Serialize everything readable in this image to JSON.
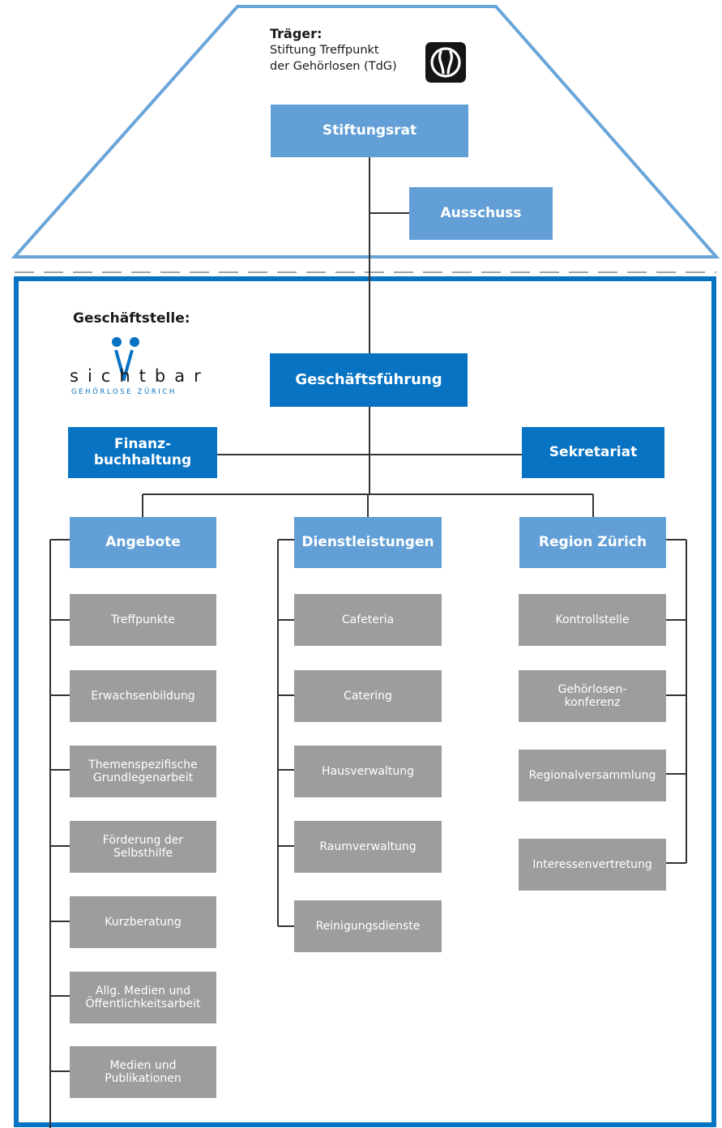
{
  "traeger": {
    "title": "Träger:",
    "name_line1": "Stiftung Treffpunkt",
    "name_line2": "der Gehörlosen (TdG)",
    "logo_icon": "tdg-logo-icon"
  },
  "geschaeftsstelle": {
    "label": "Geschäftstelle:",
    "logo_wordmark": "sichtbar",
    "logo_tagline": "GEHÖRLOSE ZÜRICH"
  },
  "boxes": {
    "stiftungsrat": "Stiftungsrat",
    "ausschuss": "Ausschuss",
    "geschaeftsfuehrung": "Geschäftsführung",
    "finanz_line1": "Finanz-",
    "finanz_line2": "buchhaltung",
    "sekretariat": "Sekretariat"
  },
  "columns": {
    "angebote": {
      "title": "Angebote",
      "items": [
        [
          "Treffpunkte"
        ],
        [
          "Erwachsenbildung"
        ],
        [
          "Themenspezifische",
          "Grundlegenarbeit"
        ],
        [
          "Förderung der",
          "Selbsthilfe"
        ],
        [
          "Kurzberatung"
        ],
        [
          "Allg. Medien und",
          "Öffentlichkeitsarbeit"
        ],
        [
          "Medien und",
          "Publikationen"
        ]
      ]
    },
    "dienstleistungen": {
      "title": "Dienstleistungen",
      "items": [
        [
          "Cafeteria"
        ],
        [
          "Catering"
        ],
        [
          "Hausverwaltung"
        ],
        [
          "Raumverwaltung"
        ],
        [
          "Reinigungsdienste"
        ]
      ]
    },
    "region": {
      "title": "Region Zürich",
      "items": [
        [
          "Kontrollstelle"
        ],
        [
          "Gehörlosen-",
          "konferenz"
        ],
        [
          "Regionalversammlung"
        ],
        [
          "Interessenvertretung"
        ]
      ]
    }
  },
  "colors": {
    "light_blue": "#629fd6",
    "dark_blue": "#0873c3",
    "gray": "#9d9d9f",
    "roof_line": "#6aa5d9"
  }
}
